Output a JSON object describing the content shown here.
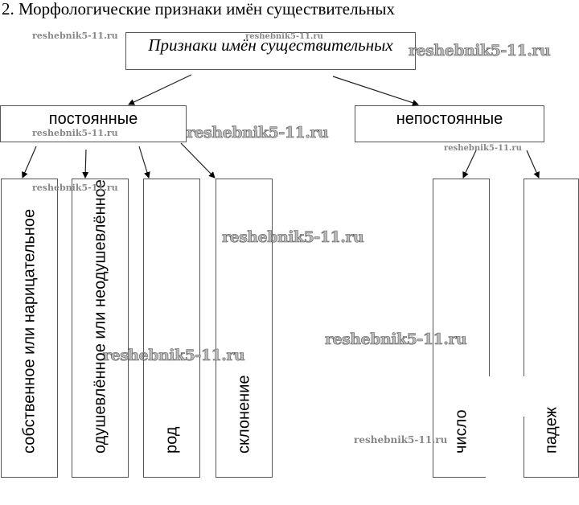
{
  "title": "2. Морфологические признаки имён существительных",
  "root": {
    "label": "Признаки имён существительных"
  },
  "groups": {
    "permanent": {
      "label": "постоянные",
      "items": [
        "собственное или нарицательное",
        "одушевлённое или неодушевлённое",
        "род",
        "склонение"
      ]
    },
    "nonpermanent": {
      "label": "непостоянные",
      "items": [
        "число",
        "падеж"
      ]
    }
  },
  "watermark": "reshebnik5-11.ru"
}
